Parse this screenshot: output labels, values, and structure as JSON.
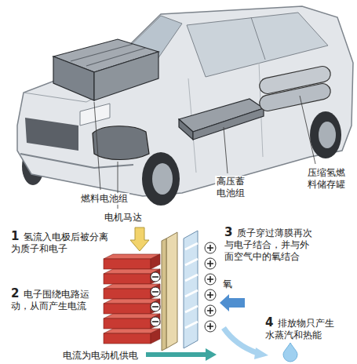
{
  "diagram": {
    "labels": [
      "燃料电池组",
      "电机马达",
      "高压蓄 电池组",
      "压缩氢燃 料储存罐",
      "1",
      "氢流入电极后被分离 为质子和电子",
      "2",
      "电子围绕电路运 动，从而产生电流",
      "3",
      "质子穿过薄膜再次 与电子结合，并与外 面空气中的氧结合",
      "氧",
      "4",
      "排放物只产生 水蒸汽和热能",
      "电流为电动机供电"
    ]
  }
}
